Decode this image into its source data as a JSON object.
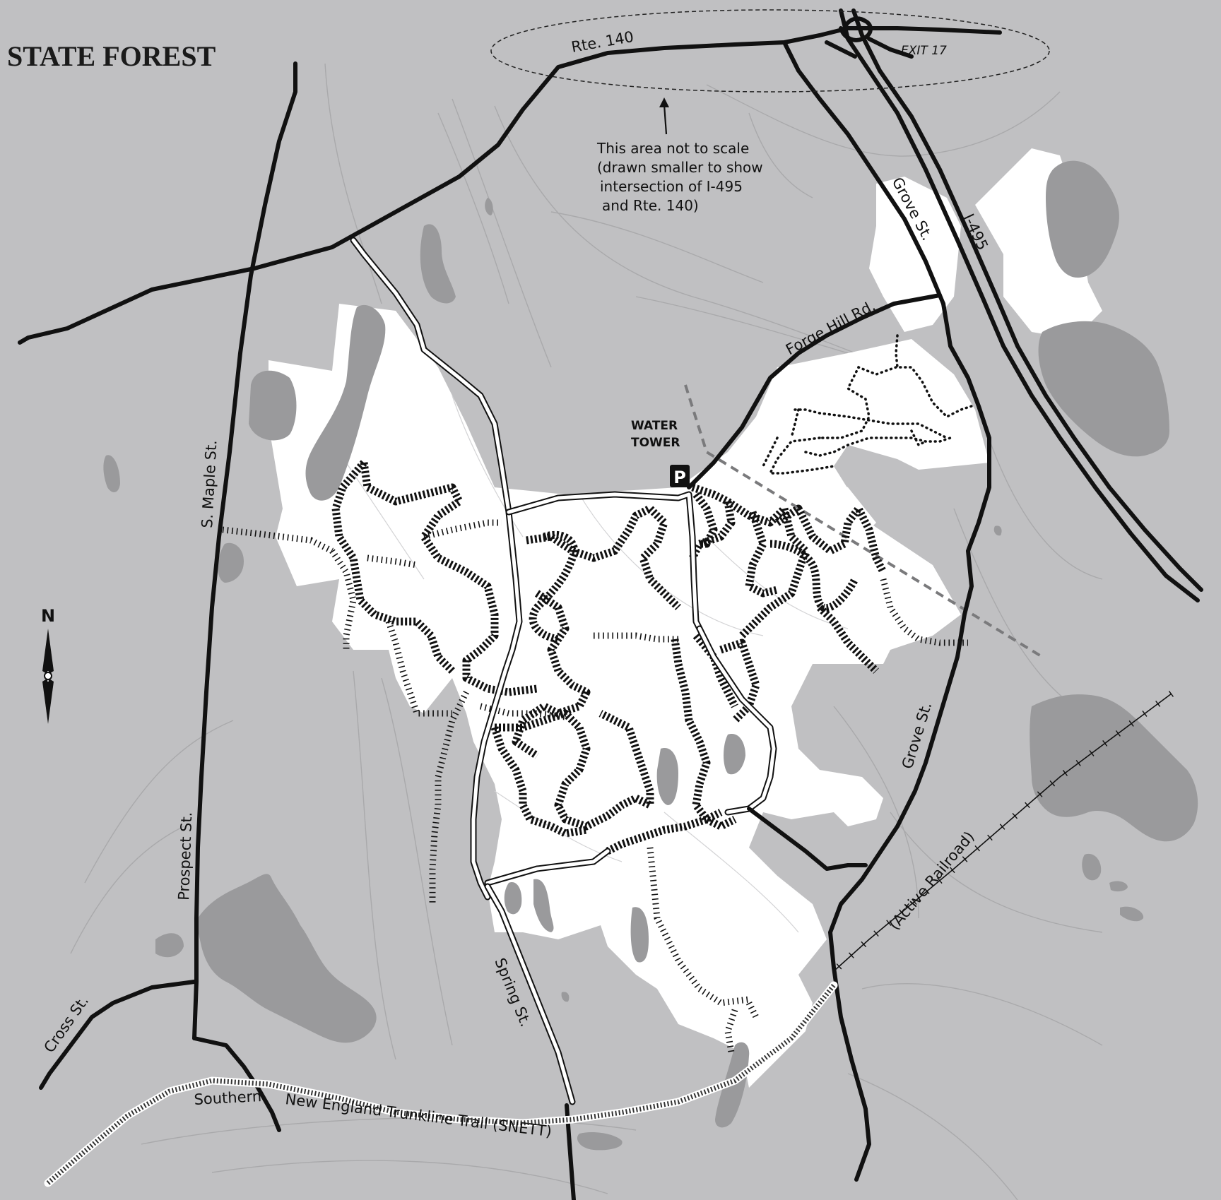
{
  "title": "STATE FOREST",
  "roads": {
    "rte140": "Rte. 140",
    "exit": "EXIT 17",
    "i495": "I-495",
    "grove_north": "Grove St.",
    "grove_south": "Grove St.",
    "forge_hill": "Forge Hill Rd.",
    "s_maple": "S. Maple St.",
    "prospect": "Prospect St.",
    "cross": "Cross St.",
    "spring": "Spring St.",
    "railroad": "(Active Railroad)",
    "snett_1": "Southern",
    "snett_2": "New England Trunkline Trail (SNETT)"
  },
  "landmarks": {
    "water_tower_1": "WATER",
    "water_tower_2": "TOWER",
    "parking": "P"
  },
  "note": {
    "line1": "This area not to scale",
    "line2": "(drawn smaller to show",
    "line3": "intersection of I-495",
    "line4": "and Rte. 140)"
  },
  "compass": {
    "label": "N"
  },
  "colors": {
    "background": "#c0c0c2",
    "forest": "#ffffff",
    "water": "#9a9a9c",
    "road": "#111111"
  }
}
